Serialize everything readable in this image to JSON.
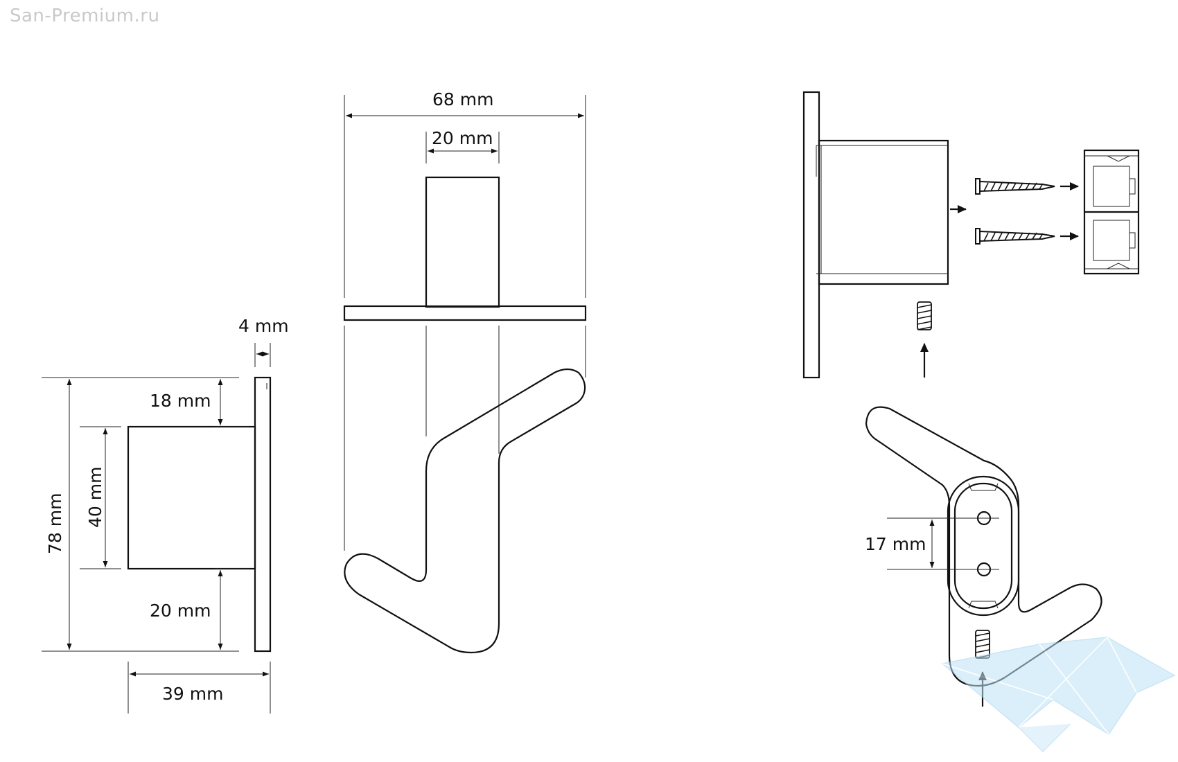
{
  "watermark_text": "San-Premium.ru",
  "dimensions": {
    "overall_width": "68 mm",
    "post_width": "20 mm",
    "plate_thickness": "4 mm",
    "top_offset": "18 mm",
    "block_height": "40 mm",
    "total_height": "78 mm",
    "bottom_offset": "20 mm",
    "depth": "39 mm",
    "hole_spacing": "17 mm"
  },
  "colors": {
    "ink": "#111111",
    "watermark": "#c9c9c9",
    "logo": "#9fd1ee"
  },
  "icons": [
    "screw-icon",
    "wall-plug-icon",
    "set-screw-icon",
    "arrow-icon",
    "logo-icon"
  ]
}
